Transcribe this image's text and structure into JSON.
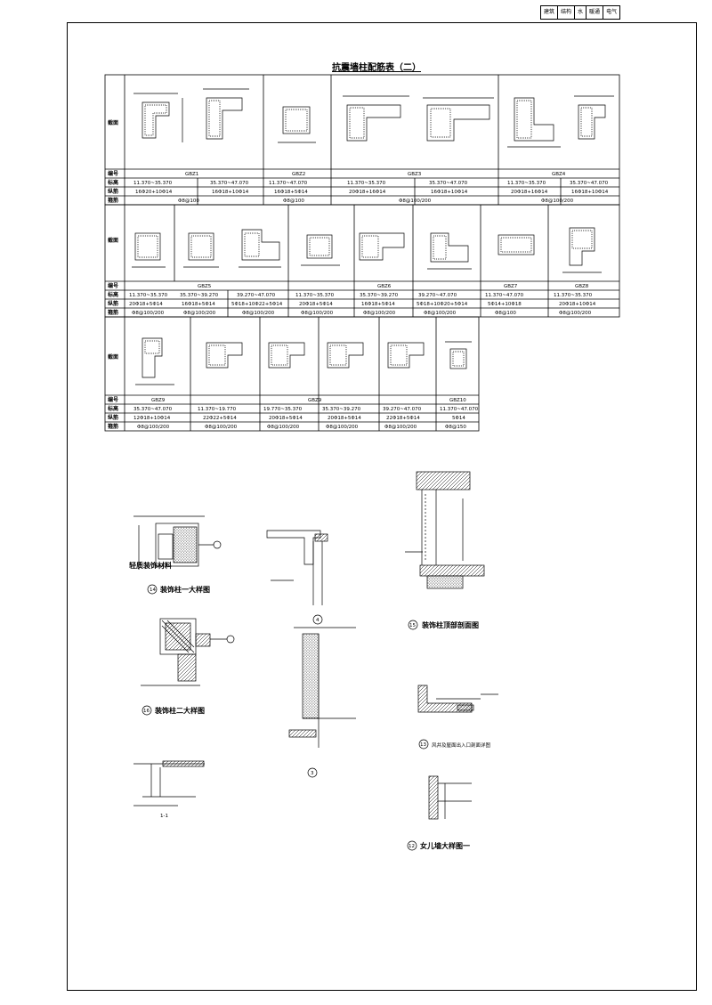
{
  "title_block": [
    "建筑",
    "结构",
    "水",
    "暖通",
    "电气"
  ],
  "table_title": "抗震墙柱配筋表（二）",
  "row_labels": {
    "section": "截面",
    "id": "编号",
    "elevation": "标高",
    "longitudinal": "纵筋",
    "stirrup": "箍筋"
  },
  "block1": {
    "ids": [
      "GBZ1",
      "GBZ2",
      "GBZ3",
      "GBZ4"
    ],
    "elevation": [
      "11.370~35.370",
      "35.370~47.070",
      "11.370~47.070",
      "11.370~35.370",
      "35.370~47.070",
      "11.370~35.370",
      "35.370~47.070"
    ],
    "longitudinal": [
      "16Φ20+10Φ14",
      "16Φ18+10Φ14",
      "16Φ18+5Φ14",
      "20Φ18+16Φ14",
      "16Φ18+10Φ14",
      "20Φ18+16Φ14",
      "16Φ18+10Φ14"
    ],
    "stirrup": [
      "Φ8@100",
      "Φ8@100",
      "Φ8@100/200",
      "Φ8@100/200"
    ]
  },
  "block2": {
    "ids": [
      "GBZ5",
      "GBZ6",
      "GBZ7",
      "GBZ8"
    ],
    "elevation": [
      "11.370~35.370",
      "35.370~39.270",
      "39.270~47.070",
      "11.370~35.370",
      "35.370~39.270",
      "39.270~47.070",
      "11.370~47.070",
      "11.370~35.370"
    ],
    "longitudinal": [
      "20Φ18+5Φ14",
      "16Φ18+5Φ14",
      "5Φ18+10Φ22+5Φ14",
      "20Φ18+5Φ14",
      "16Φ18+5Φ14",
      "5Φ18+10Φ20+5Φ14",
      "5Φ14+10Φ18",
      "20Φ18+10Φ14"
    ],
    "stirrup": [
      "Φ8@100/200",
      "Φ8@100/200",
      "Φ8@100/200",
      "Φ8@100/200",
      "Φ8@100/200",
      "Φ8@100/200",
      "Φ8@100",
      "Φ8@100/200"
    ]
  },
  "block3": {
    "ids": [
      "GBZ9",
      "GBZ9",
      "GBZ10"
    ],
    "elevation": [
      "35.370~47.070",
      "11.370~19.770",
      "19.770~35.370",
      "35.370~39.270",
      "39.270~47.070",
      "11.370~47.070"
    ],
    "longitudinal": [
      "12Φ18+10Φ14",
      "22Φ22+5Φ14",
      "20Φ18+5Φ14",
      "20Φ18+5Φ14",
      "22Φ18+5Φ14",
      "5Φ14"
    ],
    "stirrup": [
      "Φ8@100/200",
      "Φ8@100/200",
      "Φ8@100/200",
      "Φ8@100/200",
      "Φ8@100/200",
      "Φ8@150"
    ]
  },
  "details": {
    "d14_caption": "装饰柱一大样图",
    "d14_num": "14",
    "d14_label": "轻质装饰材料",
    "d16_caption": "装饰柱二大样图",
    "d16_num": "16",
    "d15_caption": "装饰柱顶部剖面图",
    "d15_num": "15",
    "d13_caption": "风井及屋面出入口剖面详图",
    "d13_num": "13",
    "d12_caption": "女儿墙大样图一",
    "d12_num": "12",
    "d_a_num": "4",
    "d_b_num": "3",
    "section_label": "1-1"
  }
}
